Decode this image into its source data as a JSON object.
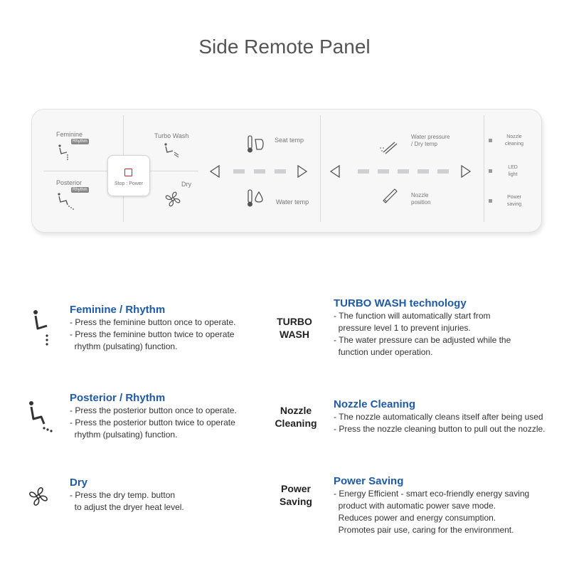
{
  "title": "Side Remote Panel",
  "panel": {
    "feminine_label": "Feminine",
    "feminine_badge": "Rhythm",
    "posterior_label": "Posterior",
    "posterior_badge": "Rhythm",
    "turbo_wash_label": "Turbo Wash",
    "dry_label": "Dry",
    "stop_power_label": "Stop : Power",
    "seat_temp_label": "Seat temp",
    "water_temp_label": "Water temp",
    "water_pressure_label": "Water pressure\n/ Dry temp",
    "nozzle_position_label": "Nozzle\nposition",
    "nozzle_cleaning_label": "Nozzle\ncleaning",
    "led_light_label": "LED\nlight",
    "power_saving_label": "Power\nsaving"
  },
  "features": {
    "feminine": {
      "title": "Feminine / Rhythm",
      "lines": "- Press the feminine button once to operate.\n- Press the feminine button twice to operate\n  rhythm (pulsating) function."
    },
    "posterior": {
      "title": "Posterior / Rhythm",
      "lines": "- Press the posterior button once to operate.\n- Press the posterior button twice to operate\n  rhythm (pulsating) function."
    },
    "dry": {
      "title": "Dry",
      "lines": "- Press the dry temp. button\n  to adjust the dryer heat level."
    },
    "turbo": {
      "label": "TURBO\nWASH",
      "title": "TURBO WASH technology",
      "lines": "- The function will automatically start from\n  pressure level 1 to prevent injuries.\n- The water pressure can be adjusted while the\n  function under operation."
    },
    "nozzle": {
      "label": "Nozzle\nCleaning",
      "title": "Nozzle Cleaning",
      "lines": "- The nozzle automatically cleans itself after being used\n- Press the nozzle cleaning button to pull out the nozzle."
    },
    "power": {
      "label": "Power\nSaving",
      "title": "Power Saving",
      "lines": "- Energy Efficient - smart eco-friendly energy saving\n  product with automatic power save mode.\n  Reduces power and energy consumption.\n  Promotes pair use, caring for the environment."
    }
  },
  "colors": {
    "accent": "#1f5aa6",
    "stop": "#d32030"
  },
  "icons": [
    "feminine-icon",
    "posterior-icon",
    "turbo-wash-icon",
    "dry-fan-icon",
    "seat-temp-icon",
    "water-temp-icon",
    "water-pressure-icon",
    "nozzle-position-icon"
  ]
}
